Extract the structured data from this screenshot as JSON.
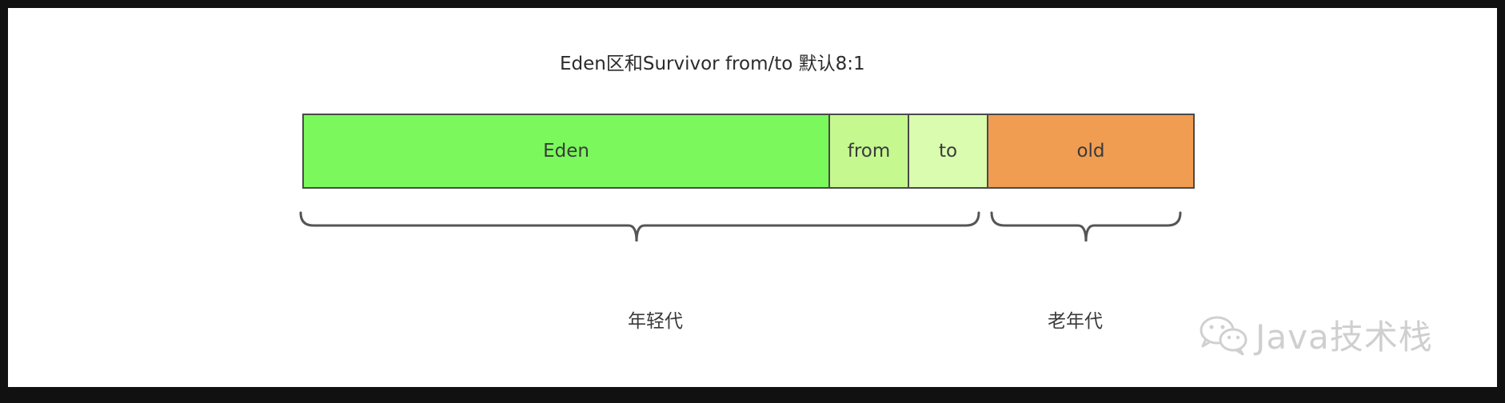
{
  "title": "Eden区和Survivor from/to 默认8:1",
  "segments": {
    "eden": "Eden",
    "from": "from",
    "to": "to",
    "old": "old"
  },
  "groups": {
    "young": "年轻代",
    "old": "老年代"
  },
  "watermark": {
    "text": "Java技术栈",
    "icon": "wechat-icon"
  },
  "colors": {
    "eden": "#7bf85c",
    "from": "#c6f890",
    "to": "#dafcae",
    "old": "#f09d52"
  }
}
